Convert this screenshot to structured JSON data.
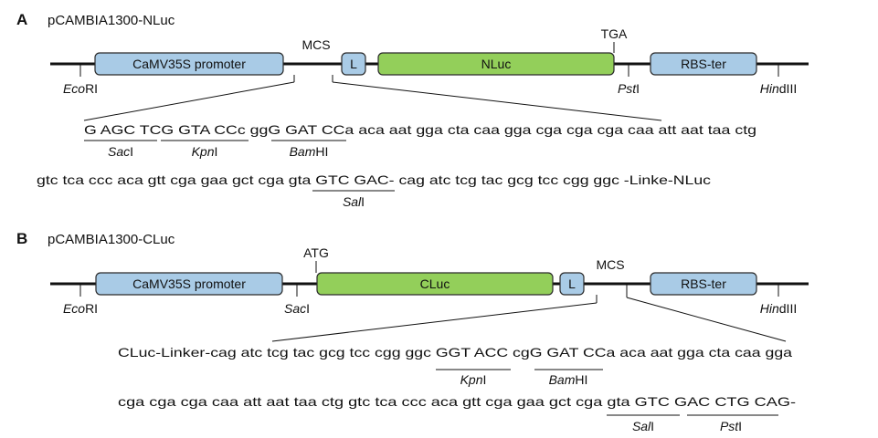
{
  "panelA": {
    "letter": "A",
    "title": "pCAMBIA1300-NLuc",
    "promoter": "CaMV35S promoter",
    "linker": "L",
    "gene": "NLuc",
    "terminator": "RBS-ter",
    "mcs": "MCS",
    "stop_codon": "TGA",
    "site_ecori_ital": "Eco",
    "site_ecori_rest": "RI",
    "site_pst_ital": "Pst",
    "site_pst_rest": "I",
    "site_hind_ital": "Hin",
    "site_hind_rest": "dIII",
    "seq1": "G AGC TCG GTA CCc ggG GAT CCa aca aat gga cta caa gga cga cga cga caa att aat taa ctg",
    "sac_ital": "Sac",
    "sac_rest": "I",
    "kpn_ital": "Kpn",
    "kpn_rest": "I",
    "bam_ital": "Bam",
    "bam_rest": "HI",
    "seq2": "gtc tca ccc aca gtt cga gaa gct cga gta GTC GAC- cag atc tcg tac gcg tcc cgg ggc -Linke-NLuc",
    "sal_ital": "Sal",
    "sal_rest": "I"
  },
  "panelB": {
    "letter": "B",
    "title": "pCAMBIA1300-CLuc",
    "promoter": "CaMV35S promoter",
    "gene": "CLuc",
    "linker": "L",
    "terminator": "RBS-ter",
    "mcs": "MCS",
    "start_codon": "ATG",
    "site_ecori_ital": "Eco",
    "site_ecori_rest": "RI",
    "site_sac_ital": "Sac",
    "site_sac_rest": "I",
    "site_hind_ital": "Hin",
    "site_hind_rest": "dIII",
    "seq1": "CLuc-Linker-cag atc tcg tac gcg tcc cgg ggc GGT ACC cgG GAT CCa aca aat gga cta caa gga",
    "kpn_ital": "Kpn",
    "kpn_rest": "I",
    "bam_ital": "Bam",
    "bam_rest": "HI",
    "seq2": "cga cga cga caa att aat taa ctg gtc tca ccc aca gtt cga gaa gct cga gta GTC GAC CTG CAG-",
    "sal_ital": "Sal",
    "sal_rest": "I",
    "pst_ital": "Pst",
    "pst_rest": "I"
  }
}
